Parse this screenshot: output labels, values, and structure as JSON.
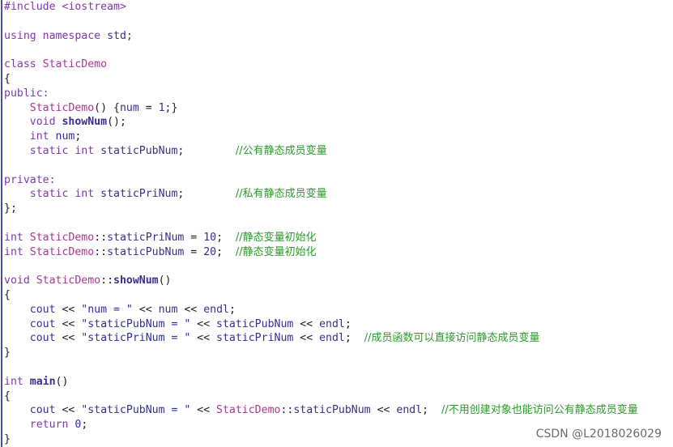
{
  "editor": {
    "language": "C++",
    "lines": [
      [
        {
          "t": "#include",
          "c": "pp"
        },
        {
          "t": " ",
          "c": "p"
        },
        {
          "t": "<iostream>",
          "c": "inc"
        }
      ],
      [],
      [
        {
          "t": "using",
          "c": "k"
        },
        {
          "t": " ",
          "c": "p"
        },
        {
          "t": "namespace",
          "c": "k"
        },
        {
          "t": " std;",
          "c": "v"
        }
      ],
      [],
      [
        {
          "t": "class",
          "c": "k"
        },
        {
          "t": " ",
          "c": "p"
        },
        {
          "t": "StaticDemo",
          "c": "cl"
        }
      ],
      [
        {
          "t": "{",
          "c": "p"
        }
      ],
      [
        {
          "t": "public:",
          "c": "k"
        }
      ],
      [
        {
          "t": "    ",
          "c": "p"
        },
        {
          "t": "StaticDemo",
          "c": "cl"
        },
        {
          "t": "() {",
          "c": "p"
        },
        {
          "t": "num",
          "c": "v"
        },
        {
          "t": " = ",
          "c": "op"
        },
        {
          "t": "1",
          "c": "n"
        },
        {
          "t": ";}",
          "c": "p"
        }
      ],
      [
        {
          "t": "    ",
          "c": "p"
        },
        {
          "t": "void",
          "c": "k"
        },
        {
          "t": " ",
          "c": "p"
        },
        {
          "t": "showNum",
          "c": "fn"
        },
        {
          "t": "();",
          "c": "p"
        }
      ],
      [
        {
          "t": "    ",
          "c": "p"
        },
        {
          "t": "int",
          "c": "ty"
        },
        {
          "t": " ",
          "c": "p"
        },
        {
          "t": "num",
          "c": "v"
        },
        {
          "t": ";",
          "c": "p"
        }
      ],
      [
        {
          "t": "    ",
          "c": "p"
        },
        {
          "t": "static",
          "c": "k"
        },
        {
          "t": " ",
          "c": "p"
        },
        {
          "t": "int",
          "c": "ty"
        },
        {
          "t": " ",
          "c": "p"
        },
        {
          "t": "staticPubNum",
          "c": "v"
        },
        {
          "t": ";        ",
          "c": "p"
        },
        {
          "t": "//公有静态成员变量",
          "c": "c"
        }
      ],
      [],
      [
        {
          "t": "private:",
          "c": "k"
        }
      ],
      [
        {
          "t": "    ",
          "c": "p"
        },
        {
          "t": "static",
          "c": "k"
        },
        {
          "t": " ",
          "c": "p"
        },
        {
          "t": "int",
          "c": "ty"
        },
        {
          "t": " ",
          "c": "p"
        },
        {
          "t": "staticPriNum",
          "c": "v"
        },
        {
          "t": ";        ",
          "c": "p"
        },
        {
          "t": "//私有静态成员变量",
          "c": "c"
        }
      ],
      [
        {
          "t": "};",
          "c": "p"
        }
      ],
      [],
      [
        {
          "t": "int",
          "c": "ty"
        },
        {
          "t": " ",
          "c": "p"
        },
        {
          "t": "StaticDemo",
          "c": "cl"
        },
        {
          "t": "::",
          "c": "op"
        },
        {
          "t": "staticPriNum",
          "c": "v"
        },
        {
          "t": " = ",
          "c": "op"
        },
        {
          "t": "10",
          "c": "n"
        },
        {
          "t": ";  ",
          "c": "p"
        },
        {
          "t": "//静态变量初始化",
          "c": "c"
        }
      ],
      [
        {
          "t": "int",
          "c": "ty"
        },
        {
          "t": " ",
          "c": "p"
        },
        {
          "t": "StaticDemo",
          "c": "cl"
        },
        {
          "t": "::",
          "c": "op"
        },
        {
          "t": "staticPubNum",
          "c": "v"
        },
        {
          "t": " = ",
          "c": "op"
        },
        {
          "t": "20",
          "c": "n"
        },
        {
          "t": ";  ",
          "c": "p"
        },
        {
          "t": "//静态变量初始化",
          "c": "c"
        }
      ],
      [],
      [
        {
          "t": "void",
          "c": "k"
        },
        {
          "t": " ",
          "c": "p"
        },
        {
          "t": "StaticDemo",
          "c": "cl"
        },
        {
          "t": "::",
          "c": "op"
        },
        {
          "t": "showNum",
          "c": "fn"
        },
        {
          "t": "()",
          "c": "p"
        }
      ],
      [
        {
          "t": "{",
          "c": "p"
        }
      ],
      [
        {
          "t": "    ",
          "c": "p"
        },
        {
          "t": "cout",
          "c": "v"
        },
        {
          "t": " << ",
          "c": "op"
        },
        {
          "t": "\"num = \"",
          "c": "s"
        },
        {
          "t": " << ",
          "c": "op"
        },
        {
          "t": "num",
          "c": "v"
        },
        {
          "t": " << ",
          "c": "op"
        },
        {
          "t": "endl",
          "c": "v"
        },
        {
          "t": ";",
          "c": "p"
        }
      ],
      [
        {
          "t": "    ",
          "c": "p"
        },
        {
          "t": "cout",
          "c": "v"
        },
        {
          "t": " << ",
          "c": "op"
        },
        {
          "t": "\"staticPubNum = \"",
          "c": "s"
        },
        {
          "t": " << ",
          "c": "op"
        },
        {
          "t": "staticPubNum",
          "c": "v"
        },
        {
          "t": " << ",
          "c": "op"
        },
        {
          "t": "endl",
          "c": "v"
        },
        {
          "t": ";",
          "c": "p"
        }
      ],
      [
        {
          "t": "    ",
          "c": "p"
        },
        {
          "t": "cout",
          "c": "v"
        },
        {
          "t": " << ",
          "c": "op"
        },
        {
          "t": "\"staticPriNum = \"",
          "c": "s"
        },
        {
          "t": " << ",
          "c": "op"
        },
        {
          "t": "staticPriNum",
          "c": "v"
        },
        {
          "t": " << ",
          "c": "op"
        },
        {
          "t": "endl",
          "c": "v"
        },
        {
          "t": ";  ",
          "c": "p"
        },
        {
          "t": "//成员函数可以直接访问静态成员变量",
          "c": "c"
        }
      ],
      [
        {
          "t": "}",
          "c": "p"
        }
      ],
      [],
      [
        {
          "t": "int",
          "c": "ty"
        },
        {
          "t": " ",
          "c": "p"
        },
        {
          "t": "main",
          "c": "fn"
        },
        {
          "t": "()",
          "c": "p"
        }
      ],
      [
        {
          "t": "{",
          "c": "p"
        }
      ],
      [
        {
          "t": "    ",
          "c": "p"
        },
        {
          "t": "cout",
          "c": "v"
        },
        {
          "t": " << ",
          "c": "op"
        },
        {
          "t": "\"staticPubNum = \"",
          "c": "s"
        },
        {
          "t": " << ",
          "c": "op"
        },
        {
          "t": "StaticDemo",
          "c": "cl"
        },
        {
          "t": "::",
          "c": "op"
        },
        {
          "t": "staticPubNum",
          "c": "v"
        },
        {
          "t": " << ",
          "c": "op"
        },
        {
          "t": "endl",
          "c": "v"
        },
        {
          "t": ";  ",
          "c": "p"
        },
        {
          "t": "//不用创建对象也能访问公有静态成员变量",
          "c": "c"
        }
      ],
      [
        {
          "t": "    ",
          "c": "p"
        },
        {
          "t": "return",
          "c": "k"
        },
        {
          "t": " ",
          "c": "p"
        },
        {
          "t": "0",
          "c": "n"
        },
        {
          "t": ";",
          "c": "p"
        }
      ],
      [
        {
          "t": "}",
          "c": "p"
        }
      ]
    ]
  },
  "watermark": {
    "text": "CSDN @L2018026029"
  },
  "colors": {
    "keyword": "#7b3aa8",
    "class_name": "#a53a8f",
    "identifier": "#3a2d8f",
    "string": "#2e2ea0",
    "comment": "#2a9a2a",
    "background": "#ffffff"
  }
}
